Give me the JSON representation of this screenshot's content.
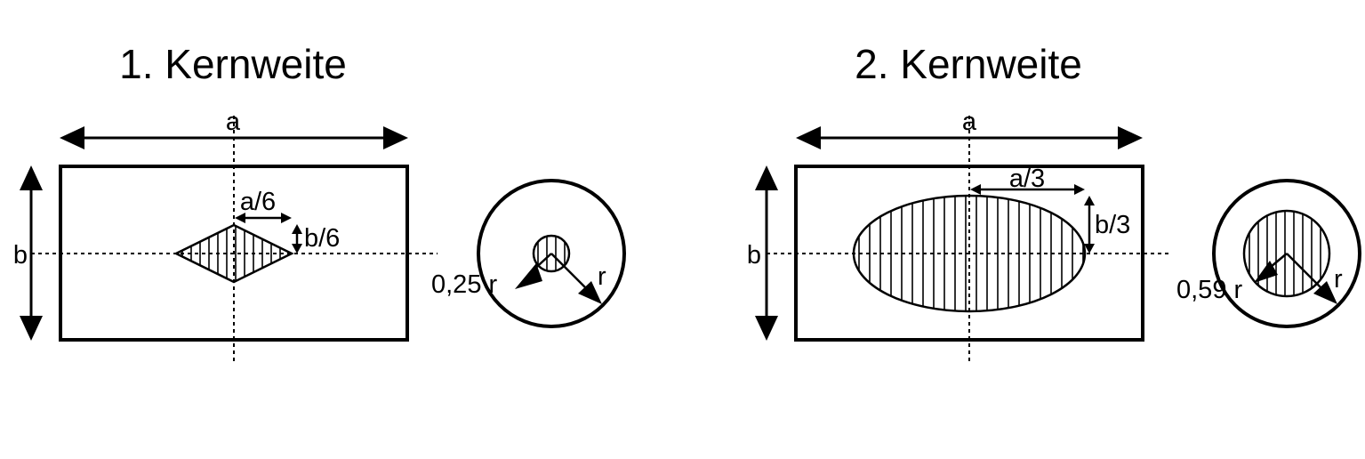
{
  "panels": [
    {
      "title": "1. Kernweite",
      "width_label": "a",
      "height_label": "b",
      "core_half_width_label": "a/6",
      "core_half_height_label": "b/6",
      "circle_inner_radius_label": "0,25 r",
      "circle_outer_radius_label": "r"
    },
    {
      "title": "2. Kernweite",
      "width_label": "a",
      "height_label": "b",
      "core_half_width_label": "a/3",
      "core_half_height_label": "b/3",
      "circle_inner_radius_label": "0,59 r",
      "circle_outer_radius_label": "r"
    }
  ],
  "colors": {
    "stroke": "#000000",
    "background": "#ffffff"
  }
}
